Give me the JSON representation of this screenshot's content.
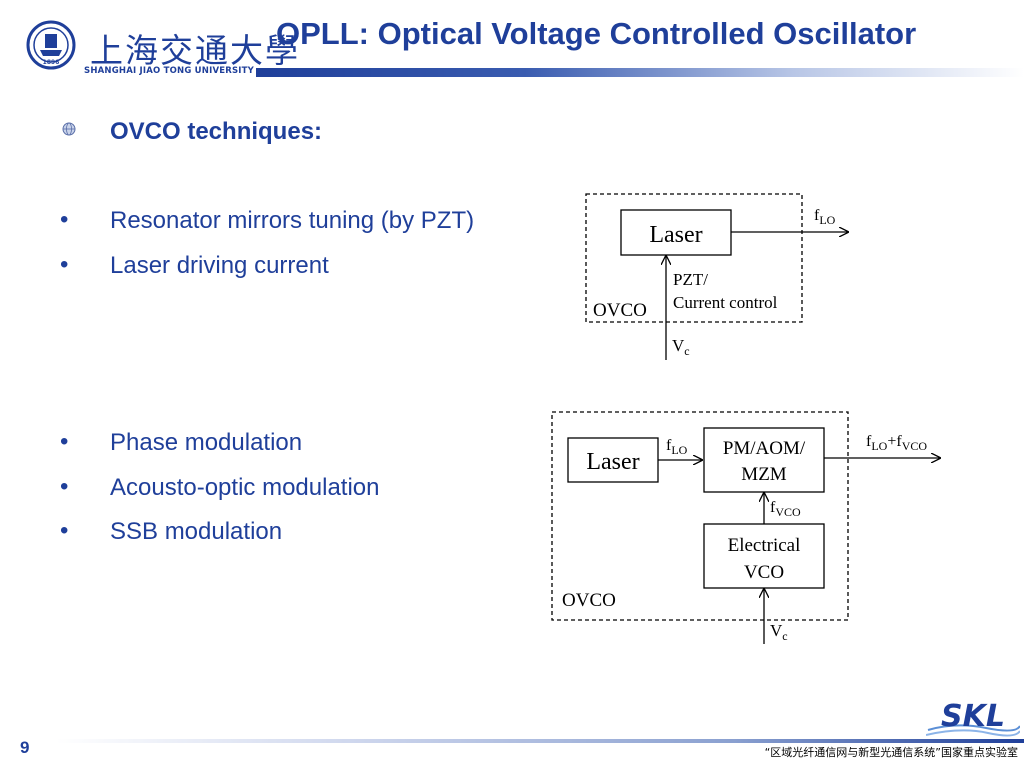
{
  "header": {
    "logo_cn": "上海交通大學",
    "logo_en": "SHANGHAI JIAO TONG UNIVERSITY",
    "logo_year": "1896",
    "title": "OPLL: Optical Voltage Controlled Oscillator"
  },
  "content": {
    "heading": "OVCO techniques:",
    "bullet_symbol": "•",
    "group1": [
      "Resonator mirrors tuning (by PZT)",
      "Laser driving current"
    ],
    "group2": [
      "Phase modulation",
      "Acousto-optic modulation",
      "SSB modulation"
    ]
  },
  "diagram1": {
    "laser": "Laser",
    "output_f": "f",
    "output_sub": "LO",
    "control_line1": "PZT/",
    "control_line2": "Current control",
    "ovco": "OVCO",
    "vc": "V",
    "vc_sub": "c"
  },
  "diagram2": {
    "laser": "Laser",
    "f_lo": "f",
    "f_lo_sub": "LO",
    "modulator_line1": "PM/AOM/",
    "modulator_line2": "MZM",
    "output_f1": "f",
    "output_sub1": "LO",
    "output_plus": "+f",
    "output_sub2": "VCO",
    "f_vco": "f",
    "f_vco_sub": "VCO",
    "vco_line1": "Electrical",
    "vco_line2": "VCO",
    "ovco": "OVCO",
    "vc": "V",
    "vc_sub": "c"
  },
  "footer": {
    "page_number": "9",
    "caption": "“区域光纤通信网与新型光通信系统”国家重点实验室",
    "logo_text": "SKL"
  },
  "colors": {
    "brand_blue": "#1f3f9a"
  }
}
